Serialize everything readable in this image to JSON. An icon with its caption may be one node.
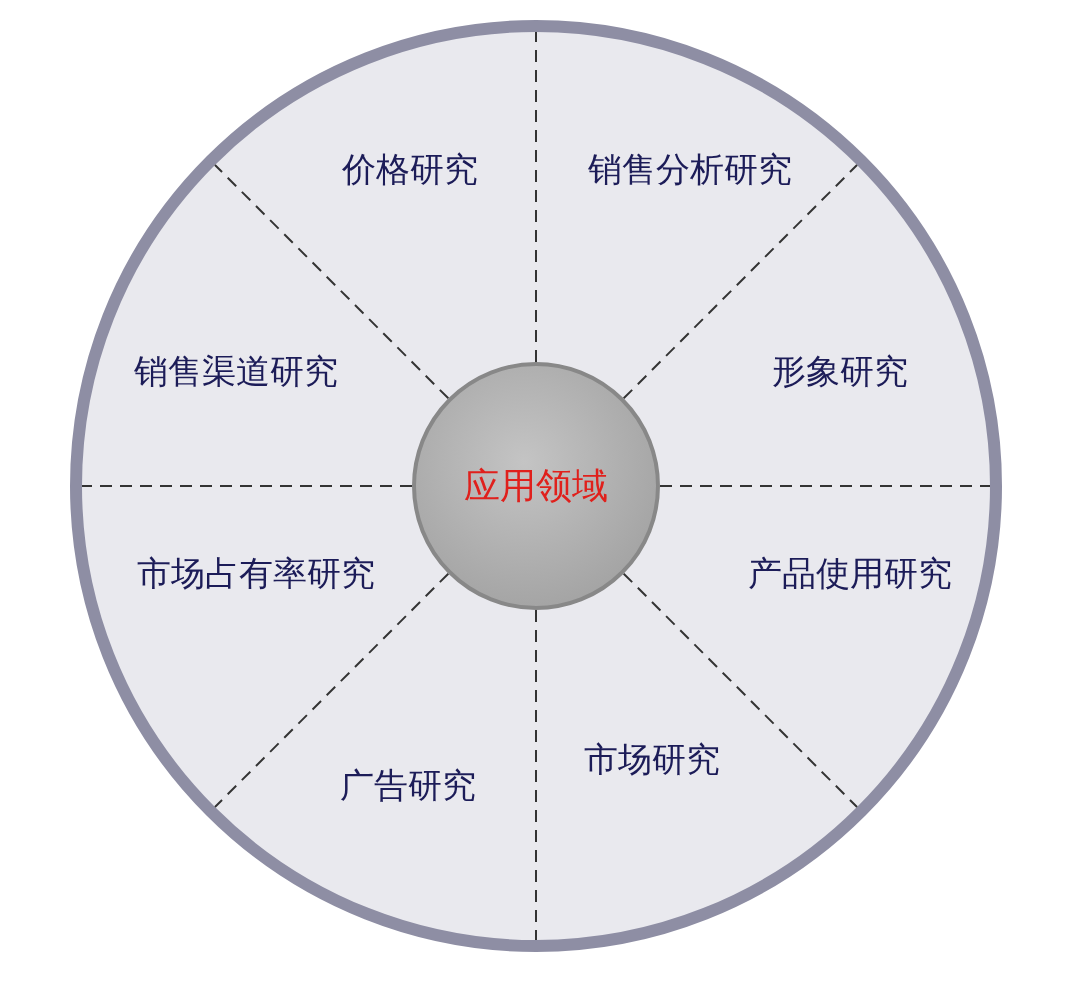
{
  "diagram": {
    "nodes": [
      {
        "text": [
          "应用领域"
        ]
      },
      {
        "text": [
          "价格研究"
        ]
      },
      {
        "text": [
          "销售分析研究"
        ]
      },
      {
        "text": [
          "形象研究"
        ]
      },
      {
        "text": [
          "产品使用研究"
        ]
      },
      {
        "text": [
          "市场研究"
        ]
      },
      {
        "text": [
          "广告研究"
        ]
      },
      {
        "text": [
          "市场占有率研究"
        ]
      },
      {
        "text": [
          "销售渠道研究"
        ]
      }
    ]
  }
}
